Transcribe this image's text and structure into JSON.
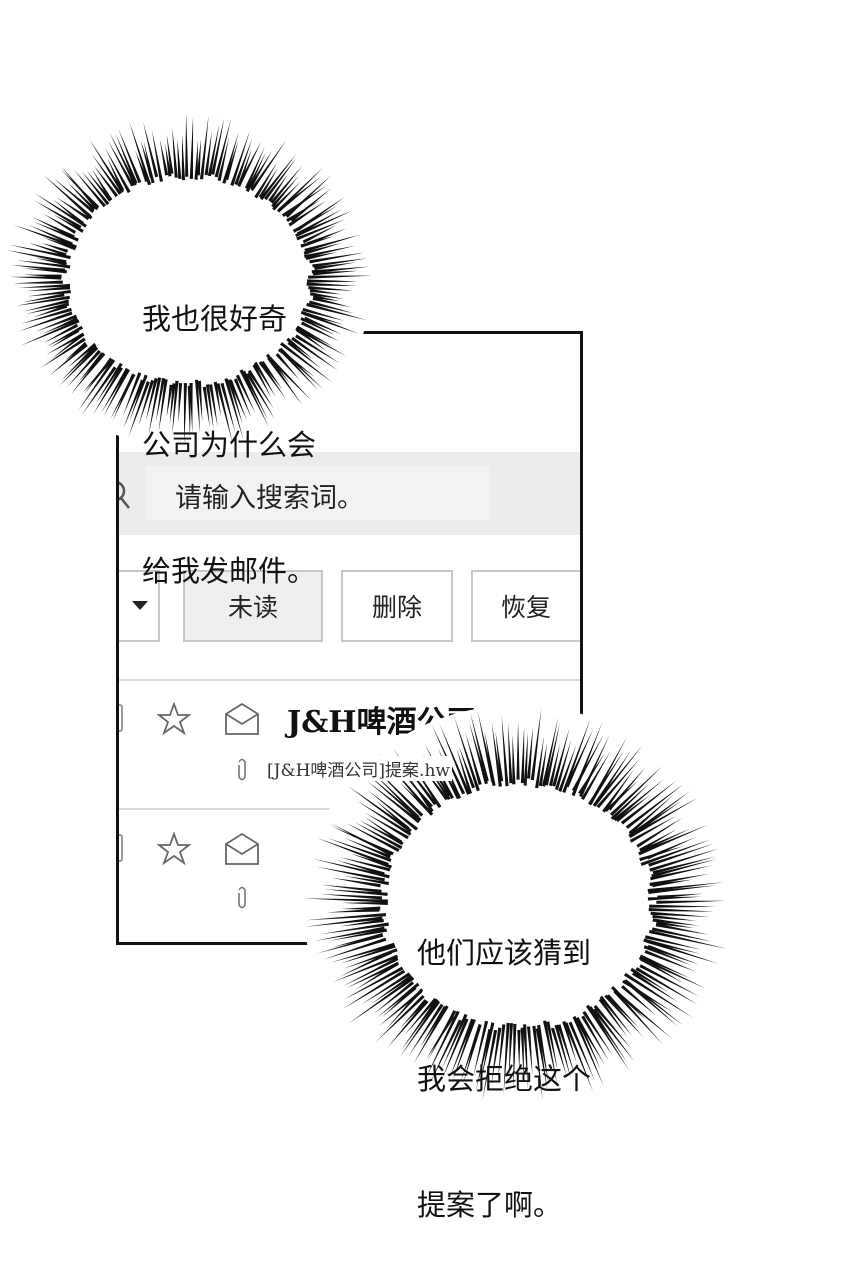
{
  "search": {
    "placeholder": "请输入搜索词。",
    "icon": "search-icon"
  },
  "toolbar": {
    "unread_label": "未读",
    "delete_label": "删除",
    "restore_label": "恢复",
    "select_icon": "chevron-down-icon"
  },
  "emails": [
    {
      "sender": "J&H啤酒公司",
      "attachment": "[J&H啤酒公司]提案.hw"
    },
    {
      "sender": "",
      "attachment": ""
    }
  ],
  "bubbles": [
    {
      "lines": [
        "我也很好奇",
        "公司为什么会",
        "给我发邮件。"
      ]
    },
    {
      "lines": [
        "他们应该猜到",
        "我会拒绝这个",
        "提案了啊。"
      ]
    }
  ]
}
